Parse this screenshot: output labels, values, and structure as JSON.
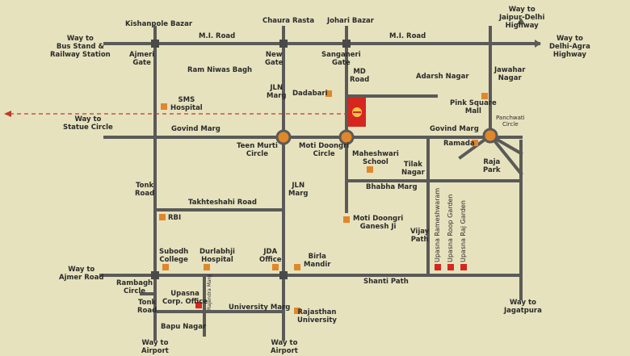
{
  "colors": {
    "background": "#e6e2be",
    "road": "#5a5a58",
    "landmark": "#e0872a",
    "project": "#d7261e",
    "circle": "#e0872a",
    "arrow": "#c0392b"
  },
  "labels": {
    "kishanpole_bazar": "Kishanpole Bazar",
    "chaura_rasta": "Chaura Rasta",
    "johari_bazar": "Johari Bazar",
    "way_jaipur_delhi": "Way to\nJaipur-Delhi\nHighway",
    "way_bus_stand": "Way to\nBus Stand &\nRailway Station",
    "mi_road_1": "M.I. Road",
    "mi_road_2": "M.I. Road",
    "way_delhi_agra": "Way to\nDelhi-Agra\nHighway",
    "ajmeri_gate": "Ajmeri\nGate",
    "new_gate": "New\nGate",
    "sanganeri_gate": "Sanganeri\nGate",
    "ram_niwas_bagh": "Ram Niwas Bagh",
    "md_road": "MD\nRoad",
    "adarsh_nagar": "Adarsh Nagar",
    "jawahar_nagar": "Jawahar\nNagar",
    "jln_marg_1": "JLN\nMarg",
    "dadabari": "Dadabari",
    "sms_hospital": "SMS\nHospital",
    "pink_square_mall": "Pink Square\nMall",
    "panchwati_circle": "Panchwati\nCircle",
    "way_statue_circle": "Way to\nStatue Circle",
    "govind_marg_1": "Govind Marg",
    "govind_marg_2": "Govind Marg",
    "teen_murti_circle": "Teen Murti\nCircle",
    "moti_doongri_circle": "Moti Doongri\nCircle",
    "ramada": "Ramada",
    "maheshwari_school": "Maheshwari\nSchool",
    "tilak_nagar": "Tilak\nNagar",
    "raja_park": "Raja\nPark",
    "tonk_road_1": "Tonk\nRoad",
    "jln_marg_2": "JLN\nMarg",
    "bhabha_marg": "Bhabha Marg",
    "takhteshahi_road": "Takhteshahi Road",
    "rbi": "RBI",
    "moti_doongri_ganesh": "Moti Doongri\nGanesh Ji",
    "vijay_path": "Vijay\nPath",
    "upasna_rameshwaram": "Upasna Rameshwaram",
    "upasna_roop_garden": "Upasna Roop Garden",
    "upasna_raj_garden": "Upasna Raj Garden",
    "way_ajmer_road": "Way to\nAjmer Road",
    "subodh_college": "Subodh\nCollege",
    "durlabhji_hospital": "Durlabhji\nHospital",
    "jda_office": "JDA\nOffice",
    "birla_mandir": "Birla\nMandir",
    "shanti_path": "Shanti Path",
    "rambagh_circle": "Rambagh\nCircle",
    "upasna_corp_office": "Upasna\nCorp. Office",
    "rajendra_marg": "Rajendra Marg",
    "tonk_road_2": "Tonk\nRoad",
    "university_marg": "University Marg",
    "rajasthan_university": "Rajasthan\nUniversity",
    "way_jagatpura": "Way to\nJagatpura",
    "bapu_nagar": "Bapu Nagar",
    "way_airport_1": "Way to\nAirport",
    "way_airport_2": "Way to\nAirport"
  }
}
